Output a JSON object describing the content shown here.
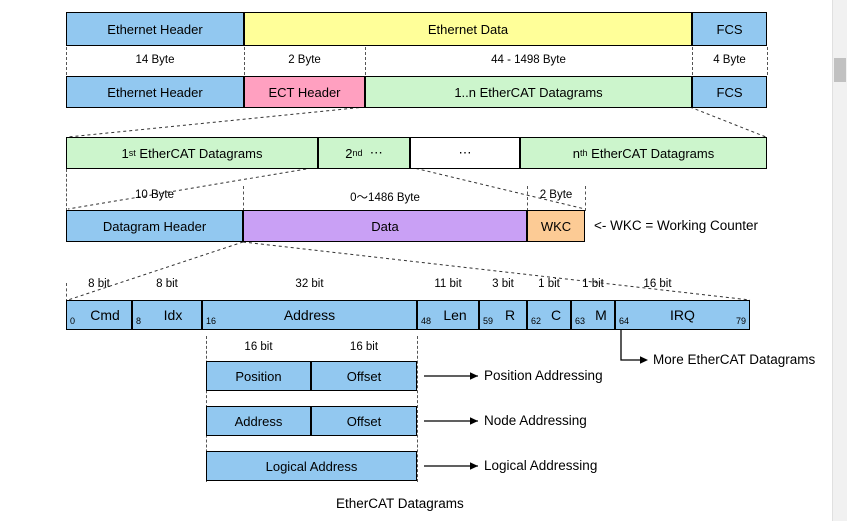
{
  "diagram": {
    "caption": "EtherCAT Datagrams",
    "colors": {
      "blue": "#92c8f0",
      "yellow": "#ffff99",
      "pink": "#ffa0c0",
      "green": "#ccf5cc",
      "purple": "#c9a0f5",
      "orange": "#fccb95",
      "white": "#ffffff",
      "border": "#000000"
    },
    "row_ethernet_frame": {
      "cells": [
        {
          "label": "Ethernet Header",
          "color": "blue"
        },
        {
          "label": "Ethernet Data",
          "color": "yellow"
        },
        {
          "label": "FCS",
          "color": "blue"
        }
      ]
    },
    "row_sizes": {
      "labels": [
        "14 Byte",
        "2 Byte",
        "44 - 1498 Byte",
        "4 Byte"
      ]
    },
    "row_ethercat_frame": {
      "cells": [
        {
          "label": "Ethernet Header",
          "color": "blue"
        },
        {
          "label": "ECT Header",
          "color": "pink"
        },
        {
          "label": "1..n EtherCAT Datagrams",
          "color": "green"
        },
        {
          "label": "FCS",
          "color": "blue"
        }
      ]
    },
    "row_datagram_list": {
      "cells": [
        {
          "label": "EtherCAT Datagrams",
          "ordinal": "1",
          "ordinal_suffix": "st",
          "color": "green"
        },
        {
          "label": "",
          "ordinal": "2",
          "ordinal_suffix": "nd",
          "trailing": "⋯",
          "color": "green"
        },
        {
          "label": "⋯",
          "color": "white"
        },
        {
          "label": "EtherCAT Datagrams",
          "ordinal": "n",
          "ordinal_suffix": "th",
          "color": "green"
        }
      ]
    },
    "row_datagram_sizes": {
      "labels": [
        "10 Byte",
        "0～1486 Byte",
        "2 Byte"
      ]
    },
    "row_datagram": {
      "cells": [
        {
          "label": "Datagram Header",
          "color": "blue"
        },
        {
          "label": "Data",
          "color": "purple"
        },
        {
          "label": "WKC",
          "color": "orange"
        }
      ],
      "note": "<- WKC = Working Counter"
    },
    "row_bit_sizes": {
      "labels": [
        "8 bit",
        "8 bit",
        "32 bit",
        "11 bit",
        "3 bit",
        "1 bit",
        "1 bit",
        "16 bit"
      ]
    },
    "row_header_fields": {
      "fields": [
        {
          "name": "Cmd",
          "start": "0",
          "end": ""
        },
        {
          "name": "Idx",
          "start": "8",
          "end": ""
        },
        {
          "name": "Address",
          "start": "16",
          "end": ""
        },
        {
          "name": "Len",
          "start": "48",
          "end": ""
        },
        {
          "name": "R",
          "start": "59",
          "end": ""
        },
        {
          "name": "C",
          "start": "62",
          "end": ""
        },
        {
          "name": "M",
          "start": "63",
          "end": ""
        },
        {
          "name": "IRQ",
          "start": "64",
          "end": "79"
        }
      ]
    },
    "addressing_bit_labels": [
      "16 bit",
      "16 bit"
    ],
    "addressing_modes": [
      {
        "cells": [
          "Position",
          "Offset"
        ],
        "arrow_label": "Position Addressing"
      },
      {
        "cells": [
          "Address",
          "Offset"
        ],
        "arrow_label": "Node Addressing"
      },
      {
        "cells": [
          "Logical Address"
        ],
        "arrow_label": "Logical Addressing"
      }
    ],
    "more_datagrams_label": "More EtherCAT Datagrams"
  }
}
